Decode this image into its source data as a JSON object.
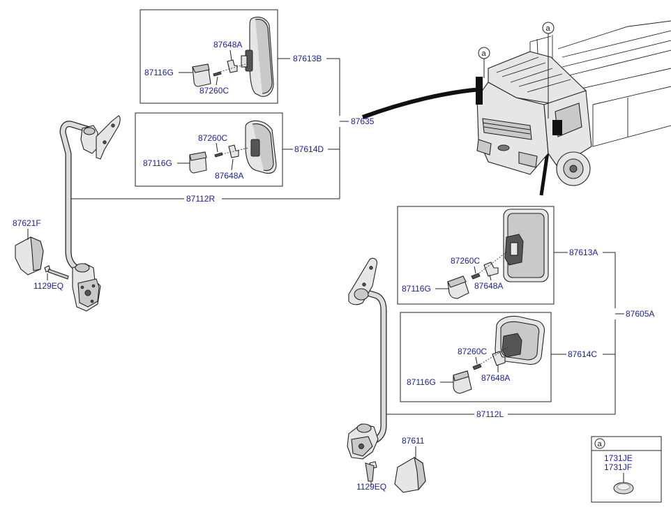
{
  "labels": {
    "upper_mirror_b": "87613B",
    "upper_mirror_d": "87614D",
    "left_assembly": "87635",
    "left_stay": "87112R",
    "left_cover": "87621F",
    "left_bolt": "1129EQ",
    "upper_b_bracket": "87648A",
    "upper_b_cap": "87116G",
    "upper_b_screw": "87260C",
    "upper_d_screw": "87260C",
    "upper_d_cap": "87116G",
    "upper_d_bracket": "87648A",
    "lower_mirror_a": "87613A",
    "lower_a_screw": "87260C",
    "lower_a_bracket": "87648A",
    "lower_a_cap": "87116G",
    "right_assembly": "87605A",
    "lower_mirror_c": "87614C",
    "lower_c_screw": "87260C",
    "lower_c_bracket": "87648A",
    "lower_c_cap": "87116G",
    "right_stay": "87112L",
    "right_cover": "87611",
    "right_bolt": "1129EQ",
    "plug_1": "1731JE",
    "plug_2": "1731JF"
  },
  "markers": {
    "callout_letter": "a"
  },
  "colors": {
    "label": "#1a1aa6",
    "line": "#222222"
  },
  "icons": {
    "mirror": "mirror-head-icon",
    "cap": "mirror-cap-icon",
    "screw": "screw-icon",
    "bracket": "clip-bracket-icon",
    "truck": "truck-cab-icon",
    "plug": "rubber-plug-icon"
  }
}
